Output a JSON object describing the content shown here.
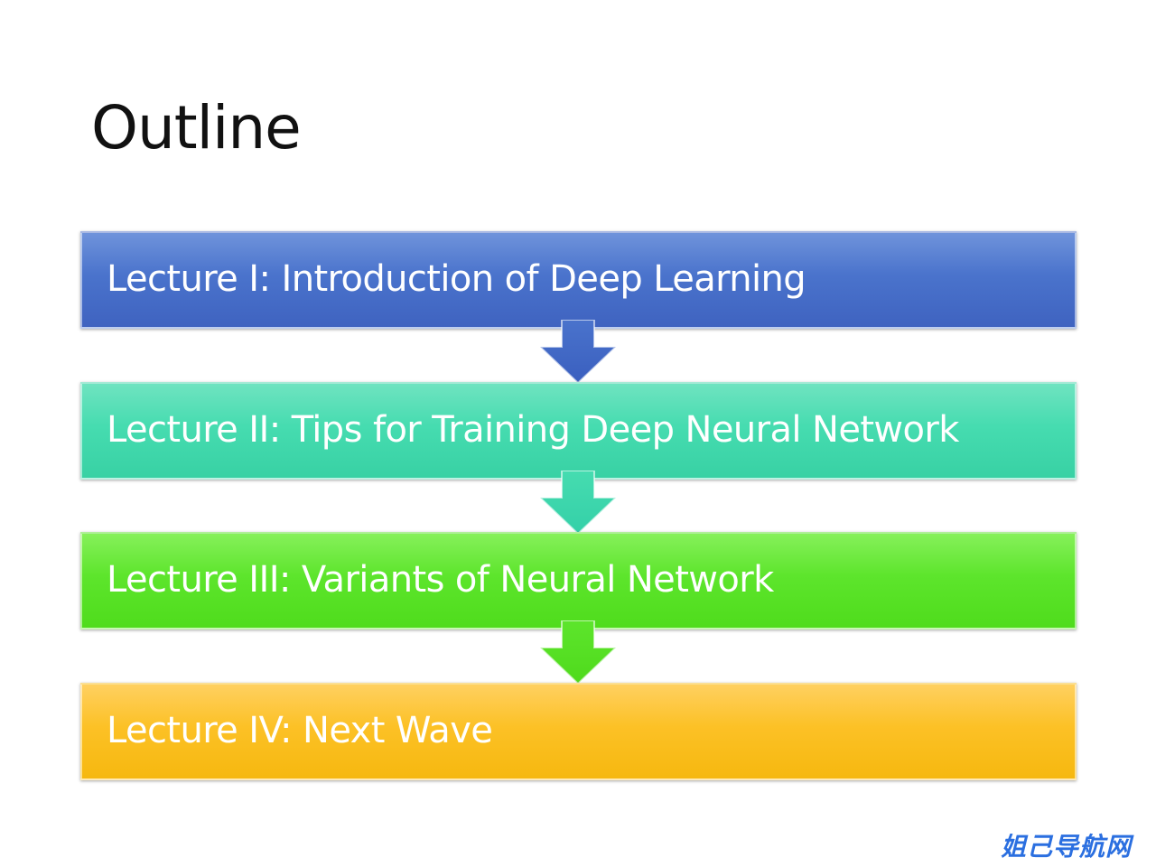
{
  "slide": {
    "title": "Outline",
    "lectures": [
      {
        "label": "Lecture I: Introduction of Deep Learning",
        "color": "#4a73cc"
      },
      {
        "label": "Lecture II: Tips for Training Deep Neural Network",
        "color": "#46dcb0"
      },
      {
        "label": "Lecture III: Variants of Neural Network",
        "color": "#5de52c"
      },
      {
        "label": "Lecture IV: Next Wave",
        "color": "#fcc126"
      }
    ]
  },
  "watermark": {
    "text": "姐己导航网"
  }
}
